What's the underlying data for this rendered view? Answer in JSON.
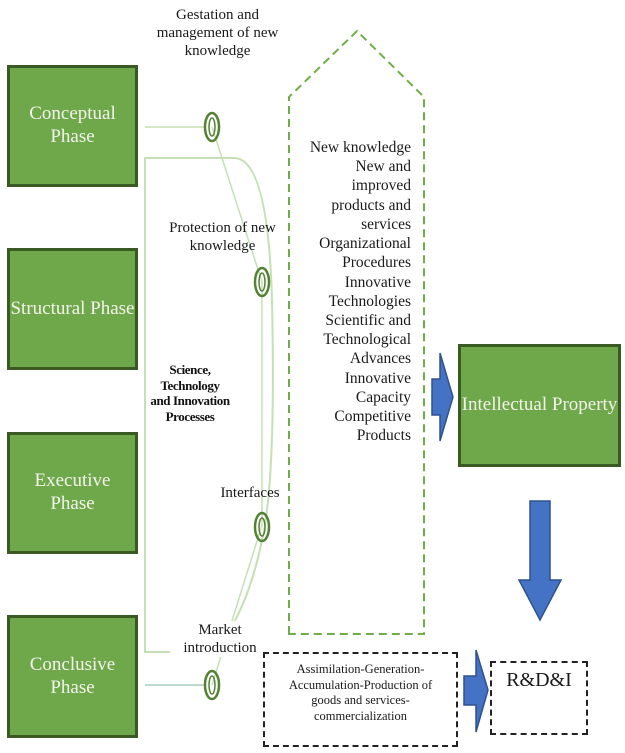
{
  "phases": [
    {
      "label": "Conceptual Phase"
    },
    {
      "label": "Structural Phase"
    },
    {
      "label": "Executive Phase"
    },
    {
      "label": "Conclusive Phase"
    }
  ],
  "process_labels": {
    "gestation": "Gestation and management of new knowledge",
    "protection": "Protection of new knowledge",
    "interfaces": "Interfaces",
    "market": "Market introduction"
  },
  "center_label": "Science, Technology and Innovation Processes",
  "outputs": [
    "New knowledge",
    "New and improved products and services",
    "Organizational Procedures",
    "Innovative Technologies",
    "Scientific and Technological Advances",
    "Innovative Capacity",
    "Competitive Products"
  ],
  "intellectual_property": "Intellectual Property",
  "process_box": "Assimilation-Generation-Accumulation-Production of goods and services-commercialization",
  "rdi": "R&D&I",
  "colors": {
    "phase_fill": "#6ea84a",
    "phase_border": "#3a5a23",
    "arrow_blue": "#4472c4",
    "dashed_green": "#70ad47",
    "light_green_line": "#c5e0b4",
    "ring_green": "#548235"
  }
}
